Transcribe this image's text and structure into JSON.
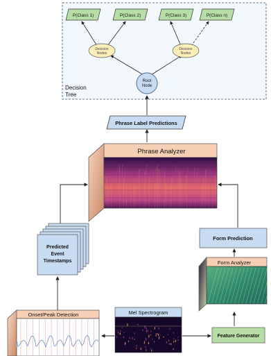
{
  "tree": {
    "frame_label_line1": "Decision",
    "frame_label_line2": "Tree",
    "classes": [
      "P(Class 1)",
      "P(Class 2)",
      "P(Class 3)",
      "P(Class n)"
    ],
    "ellipsis": "· · ·",
    "decision_node_line1": "Decision",
    "decision_node_line2": "Nodes",
    "root_line1": "Root",
    "root_line2": "Node"
  },
  "phrase_predictions": "Phrase Label Predictions",
  "phrase_analyzer": "Phrase Analyzer",
  "predicted_timestamps": [
    "Predicted",
    "Event",
    "Timestamps"
  ],
  "form_prediction": "Form Prediction",
  "form_analyzer": "Form Analyzer",
  "onset_detection": "Onset/Peak Detection",
  "mel_spectrogram": "Mel Spectrogram",
  "feature_generator": "Feature Generator",
  "colors": {
    "class_box": "#b7dea6",
    "decision_node": "#fbeeb8",
    "root_node": "#c7dcf2",
    "blue_box": "#c7dcf2",
    "cube_top": "#f6cfb4",
    "spectrogram_dark": "#1f0b3a",
    "spectrogram_mid": "#b7418a",
    "spectrogram_bright": "#f59b5f",
    "form_green": "#2f8a6e"
  }
}
